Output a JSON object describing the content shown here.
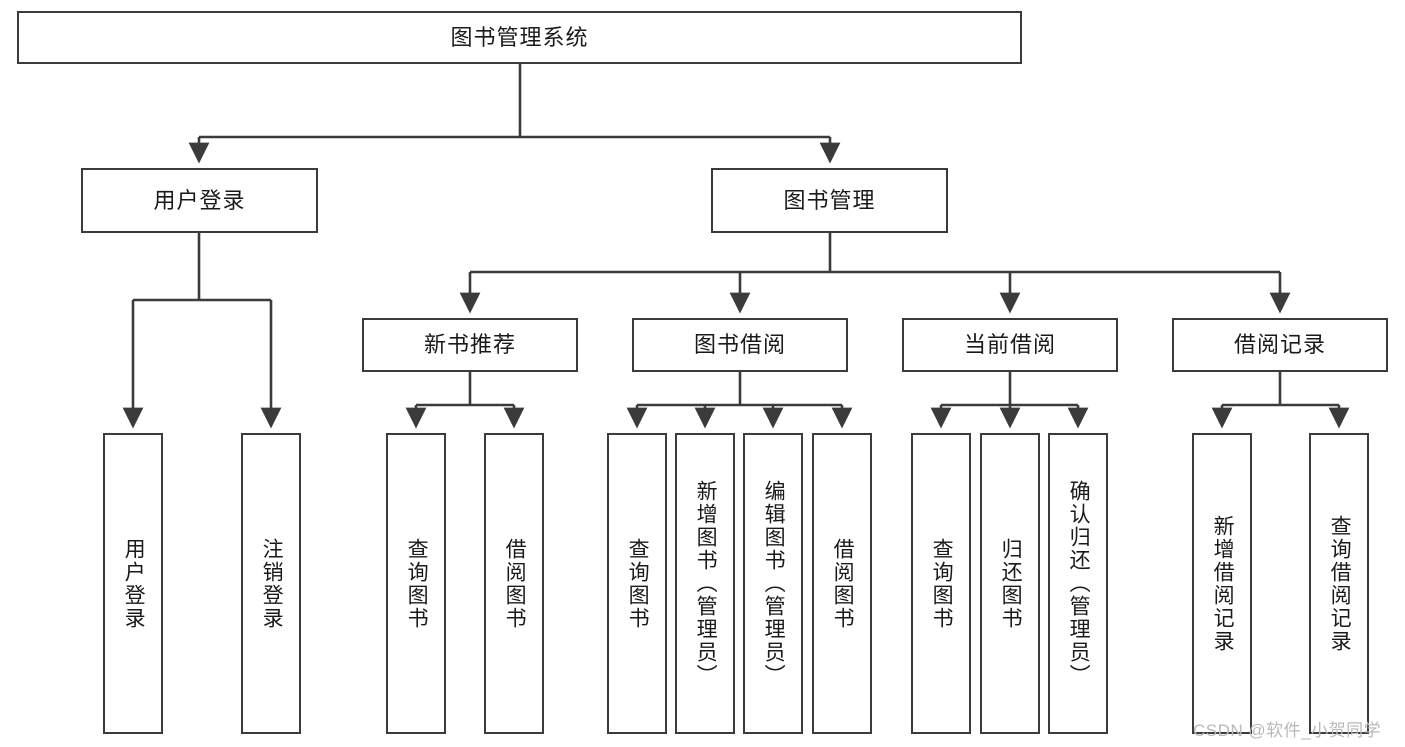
{
  "diagram": {
    "title": "图书管理系统",
    "type": "hierarchy-tree",
    "root": {
      "label": "图书管理系统",
      "orientation": "horizontal"
    },
    "level2": [
      {
        "label": "用户登录",
        "orientation": "horizontal"
      },
      {
        "label": "图书管理",
        "orientation": "horizontal"
      }
    ],
    "level3": [
      {
        "label": "新书推荐",
        "orientation": "horizontal"
      },
      {
        "label": "图书借阅",
        "orientation": "horizontal"
      },
      {
        "label": "当前借阅",
        "orientation": "horizontal"
      },
      {
        "label": "借阅记录",
        "orientation": "horizontal"
      }
    ],
    "leaves": {
      "user_login": [
        {
          "label": "用户登录",
          "orientation": "vertical"
        },
        {
          "label": "注销登录",
          "orientation": "vertical"
        }
      ],
      "new_book_recommend": [
        {
          "label": "查询图书",
          "orientation": "vertical"
        },
        {
          "label": "借阅图书",
          "orientation": "vertical"
        }
      ],
      "book_borrow": [
        {
          "label": "查询图书",
          "orientation": "vertical"
        },
        {
          "label": "新增图书（管理员）",
          "orientation": "vertical"
        },
        {
          "label": "编辑图书（管理员）",
          "orientation": "vertical"
        },
        {
          "label": "借阅图书",
          "orientation": "vertical"
        }
      ],
      "current_borrow": [
        {
          "label": "查询图书",
          "orientation": "vertical"
        },
        {
          "label": "归还图书",
          "orientation": "vertical"
        },
        {
          "label": "确认归还（管理员）",
          "orientation": "vertical"
        }
      ],
      "borrow_record": [
        {
          "label": "新增借阅记录",
          "orientation": "vertical"
        },
        {
          "label": "查询借阅记录",
          "orientation": "vertical"
        }
      ]
    },
    "watermark": "CSDN @软件_小贺同学",
    "colors": {
      "stroke": "#3b3b3b",
      "fill": "#ffffff",
      "text": "#1a1a1a",
      "watermark": "#b9b9b9"
    }
  }
}
